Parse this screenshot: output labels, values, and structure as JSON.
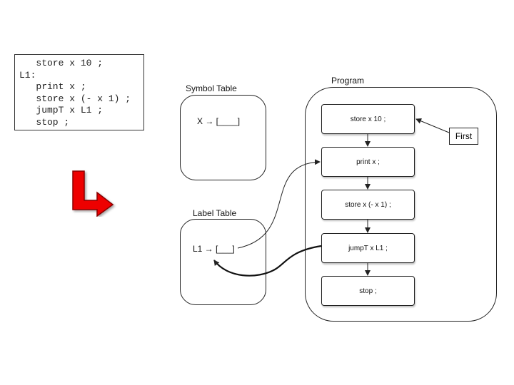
{
  "code": {
    "lines": [
      "   store x 10 ;",
      "L1:",
      "   print x ;",
      "   store x (- x 1) ;",
      "   jumpT x L1 ;",
      "   stop ;"
    ]
  },
  "symbol_table": {
    "title": "Symbol Table",
    "entry": "X → [____]"
  },
  "label_table": {
    "title": "Label Table",
    "entry": "L1 → [___]"
  },
  "program": {
    "title": "Program",
    "nodes": [
      "store x 10 ;",
      "print x ;",
      "store x (- x 1) ;",
      "jumpT x L1 ;",
      "stop ;"
    ]
  },
  "first_label": "First",
  "colors": {
    "arrow_fill": "#ee0000",
    "arrow_stroke": "#8a0000",
    "stroke": "#222222"
  }
}
